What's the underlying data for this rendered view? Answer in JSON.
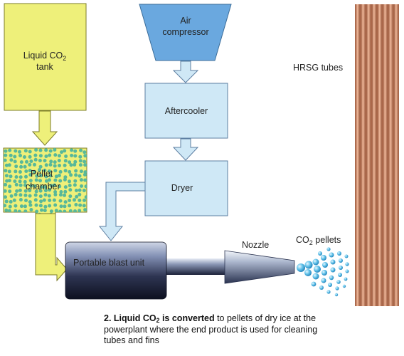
{
  "colors": {
    "tank_fill": "#eef07a",
    "tank_stroke": "#7c7c2a",
    "blue_fill": "#cfe8f6",
    "blue_stroke": "#5e7fa2",
    "compressor_fill": "#6aa8df",
    "pellet_dot": "#58b89a",
    "tube": "#c98060"
  },
  "labels": {
    "tank_line1": "Liquid CO",
    "tank_sub": "2",
    "tank_line2": "tank",
    "compressor_line1": "Air",
    "compressor_line2": "compressor",
    "aftercooler": "Aftercooler",
    "pellet_line1": "Pellet",
    "pellet_line2": "chamber",
    "dryer": "Dryer",
    "blast_unit": "Portable blast unit",
    "nozzle": "Nozzle",
    "pellets_prefix": "CO",
    "pellets_sub": "2",
    "pellets_suffix": " pellets",
    "hrsg": "HRSG tubes"
  },
  "caption": {
    "bold_prefix": "2. Liquid CO",
    "bold_sub": "2",
    "bold_suffix": " is converted",
    "rest": " to pellets of dry ice at the powerplant where the end product is used for cleaning tubes and fins"
  }
}
